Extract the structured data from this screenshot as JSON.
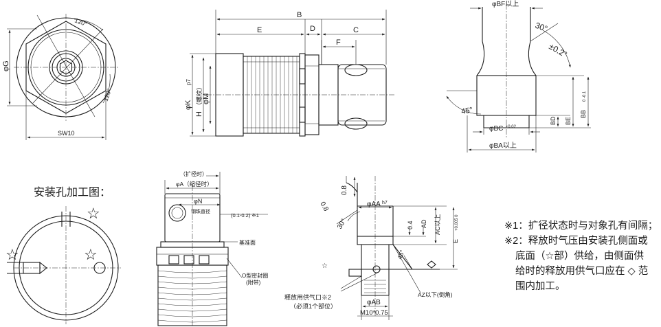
{
  "front_view": {
    "angle_top": "120°",
    "angle_right": "120°",
    "dia_g": "φG",
    "sw": "SW10"
  },
  "side_view": {
    "B": "B",
    "E": "E",
    "D": "D",
    "C": "C",
    "F": "F",
    "K": "φK",
    "K_tol": "p7",
    "H": "H",
    "H_sub": "（螺纹）",
    "M": "φM"
  },
  "detail_view": {
    "bf": "φBF以上",
    "angle30": "30°",
    "angle_tol": "±0.2°",
    "angle45": "45°",
    "bd": "BD",
    "be": "BE",
    "bb": "BB",
    "bb_tol": "0 -0.1",
    "bc": "φBC",
    "bc_tol": "±0.02",
    "ba": "φBA以上"
  },
  "hole_title": "安装孔加工图：",
  "install_view": {
    "expand": "（扩径时）",
    "dia_a": "φA（缩径时）",
    "dia_n": "φN",
    "ball": "钢珠直径",
    "gap": "(0.1-0.2) ※1",
    "datum": "基准面",
    "oring": "O型密封圈",
    "oring_sub": "(附带)"
  },
  "hole_view": {
    "d08a": "0.8",
    "d08b": "0.8",
    "a30": "30°",
    "aa": "φAA",
    "aa_tol": "h7",
    "d04": "0.4",
    "ad": "AD",
    "ac": "AC以上",
    "e": "E",
    "e_tol": "+0.005 0",
    "a45": "45°",
    "ab": "φAB",
    "m10": "M10*0.75",
    "az": "AZ以下(倒角)",
    "port": "释放用供气口※2",
    "port_sub": "（必须1个部位）"
  },
  "notes": [
    "※1：扩径状态时与对象孔有间隔；",
    "※2：释放时气压由安装孔侧面或",
    "底面（☆部）供给，由侧面供",
    "给时的释放用供气口应在 ◇ 范",
    "围内加工。"
  ],
  "stars": [
    "☆",
    "☆",
    "☆",
    "☆"
  ]
}
